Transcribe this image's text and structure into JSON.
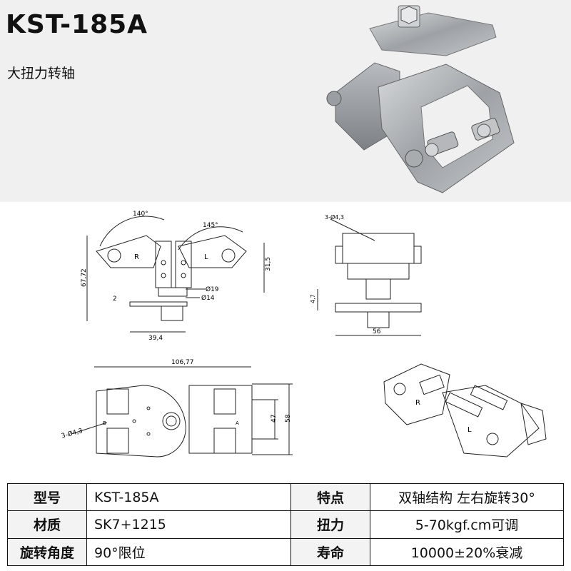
{
  "header": {
    "model": "KST-185A",
    "subtitle": "大扭力转轴"
  },
  "dimensions": {
    "angle_left": "140°",
    "angle_right": "145°",
    "height_total": "67,72",
    "height_upper": "31,5",
    "dia_19": "Ø19",
    "dia_14": "Ø14",
    "offset_2": "2",
    "width_39": "39,4",
    "hole_spec": "3-Ø4,3",
    "depth_4_7": "4,7",
    "width_56": "56",
    "width_106": "106,77",
    "height_47": "47",
    "height_58": "58",
    "mark_r": "R",
    "mark_l": "L",
    "mark_b": "B",
    "mark_a": "A"
  },
  "specs": [
    {
      "label": "型号",
      "value": "KST-185A",
      "label2": "特点",
      "value2": "双轴结构 左右旋转30°"
    },
    {
      "label": "材质",
      "value": "SK7+1215",
      "label2": "扭力",
      "value2": "5-70kgf.cm可调"
    },
    {
      "label": "旋转角度",
      "value": "90°限位",
      "label2": "寿命",
      "value2": "10000±20%衰减"
    }
  ]
}
